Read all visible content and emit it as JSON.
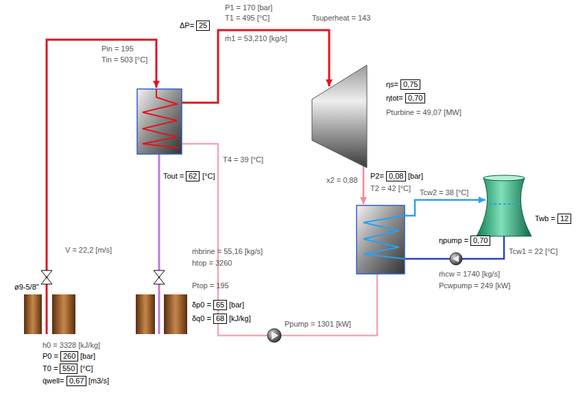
{
  "diagram": {
    "nodes": [
      {
        "text": [
          "25"
        ]
      },
      {
        "text": [
          "0,75"
        ]
      },
      {
        "text": [
          "0,70"
        ]
      },
      {
        "text": [
          "62"
        ]
      },
      {
        "text": [
          "0,08"
        ]
      },
      {
        "text": [
          "12"
        ]
      },
      {
        "text": [
          "0,70"
        ]
      },
      {
        "text": [
          "65"
        ]
      },
      {
        "text": [
          "68"
        ]
      },
      {
        "text": [
          "260"
        ]
      },
      {
        "text": [
          "550"
        ]
      },
      {
        "text": [
          "0,67"
        ]
      }
    ],
    "labels": [
      "Pin = 195",
      "Tin = 503 [°C]",
      "ΔP=",
      "P1 = 170 [bar]",
      "T1 = 495 [°C]",
      "Tsuperheat = 143",
      "ṁ1 = 53,210 [kg/s]",
      "ηs=",
      "ηtot=",
      "Pturbine = 49,07 [MW]",
      "T4 = 39 [°C]",
      "Tout =",
      "[°C]",
      "x2 = 0,88",
      "P2=",
      "[bar]",
      "T2 = 42 [°C]",
      "Tcw2 = 38 [°C]",
      "Twb =",
      "ηpump =",
      "Tcw1 = 22 [°C]",
      "ṁcw = 1740 [kg/s]",
      "Pcwpump = 249 [kW]",
      "Ppump = 1301 [kW]",
      "V = 22,2 [m/s]",
      "ṁbrine = 55,16 [kg/s]",
      "htop = 3260",
      "ø9-5/8\"",
      "Ptop = 195",
      "δp0 =",
      "[bar]",
      "δq0 =",
      "[kJ/kg]",
      "h0 = 3328 [kJ/kg]",
      "P0 =",
      "[bar]",
      "T0 =",
      "[°C]",
      "q̇well=",
      "[m3/s]"
    ]
  }
}
